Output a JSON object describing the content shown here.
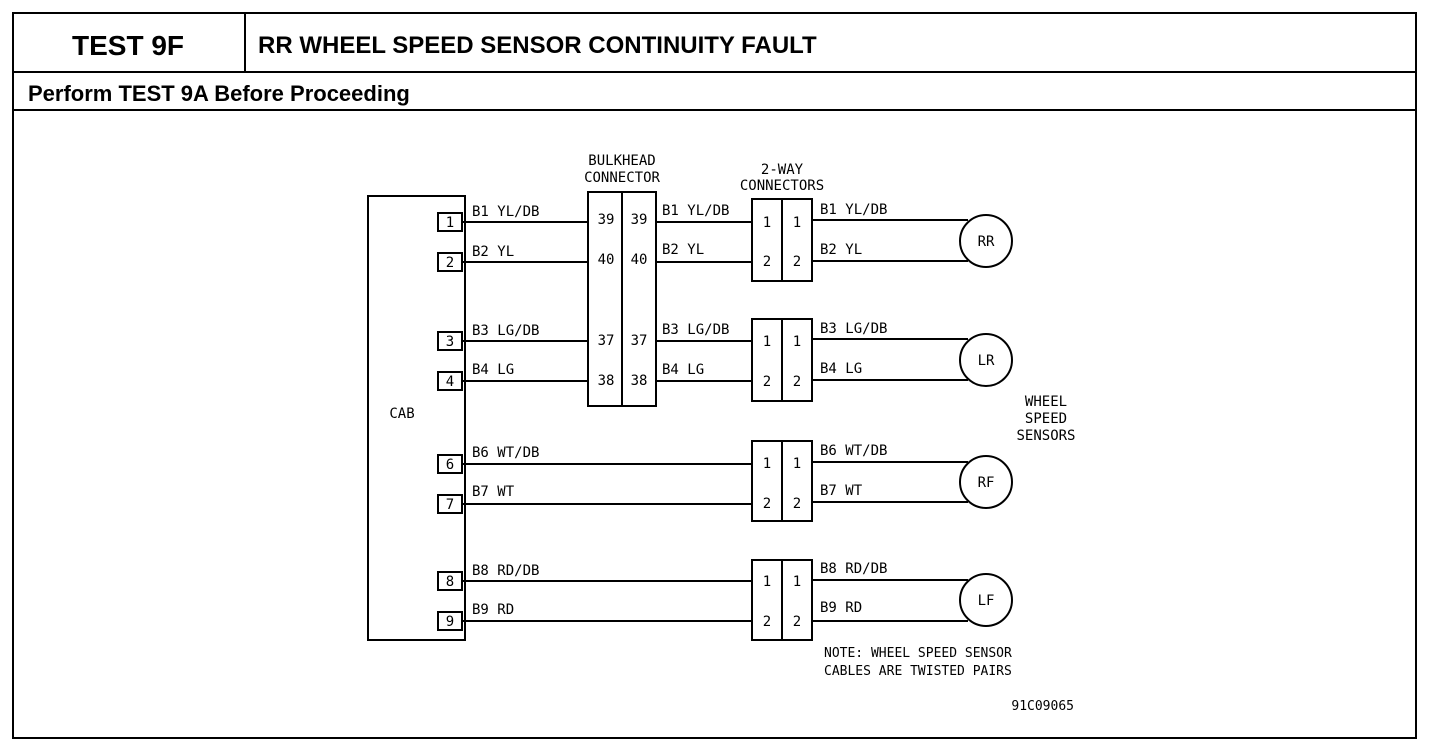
{
  "header": {
    "test_id": "TEST 9F",
    "title": "RR WHEEL SPEED SENSOR CONTINUITY FAULT",
    "subtitle": "Perform TEST 9A Before Proceeding"
  },
  "diagram": {
    "cab_label": "CAB",
    "bulkhead_label_line1": "BULKHEAD",
    "bulkhead_label_line2": "CONNECTOR",
    "twoway_label_line1": "2-WAY",
    "twoway_label_line2": "CONNECTORS",
    "sensors_label_line1": "WHEEL",
    "sensors_label_line2": "SPEED",
    "sensors_label_line3": "SENSORS",
    "note_line1": "NOTE: WHEEL SPEED SENSOR",
    "note_line2": "CABLES ARE TWISTED PAIRS",
    "figure_id": "91C09065",
    "cab_pins": [
      "1",
      "2",
      "3",
      "4",
      "6",
      "7",
      "8",
      "9"
    ],
    "wires_left": [
      "B1 YL/DB",
      "B2 YL",
      "B3 LG/DB",
      "B4 LG",
      "B6 WT/DB",
      "B7 WT",
      "B8 RD/DB",
      "B9 RD"
    ],
    "bulkhead_pins": [
      "39",
      "40",
      "37",
      "38"
    ],
    "wires_mid": [
      "B1 YL/DB",
      "B2 YL",
      "B3 LG/DB",
      "B4 LG"
    ],
    "twoway_pins": [
      "1",
      "2"
    ],
    "wires_right": [
      "B1 YL/DB",
      "B2 YL",
      "B3 LG/DB",
      "B4 LG",
      "B6 WT/DB",
      "B7 WT",
      "B8 RD/DB",
      "B9 RD"
    ],
    "sensors": [
      "RR",
      "LR",
      "RF",
      "LF"
    ]
  }
}
